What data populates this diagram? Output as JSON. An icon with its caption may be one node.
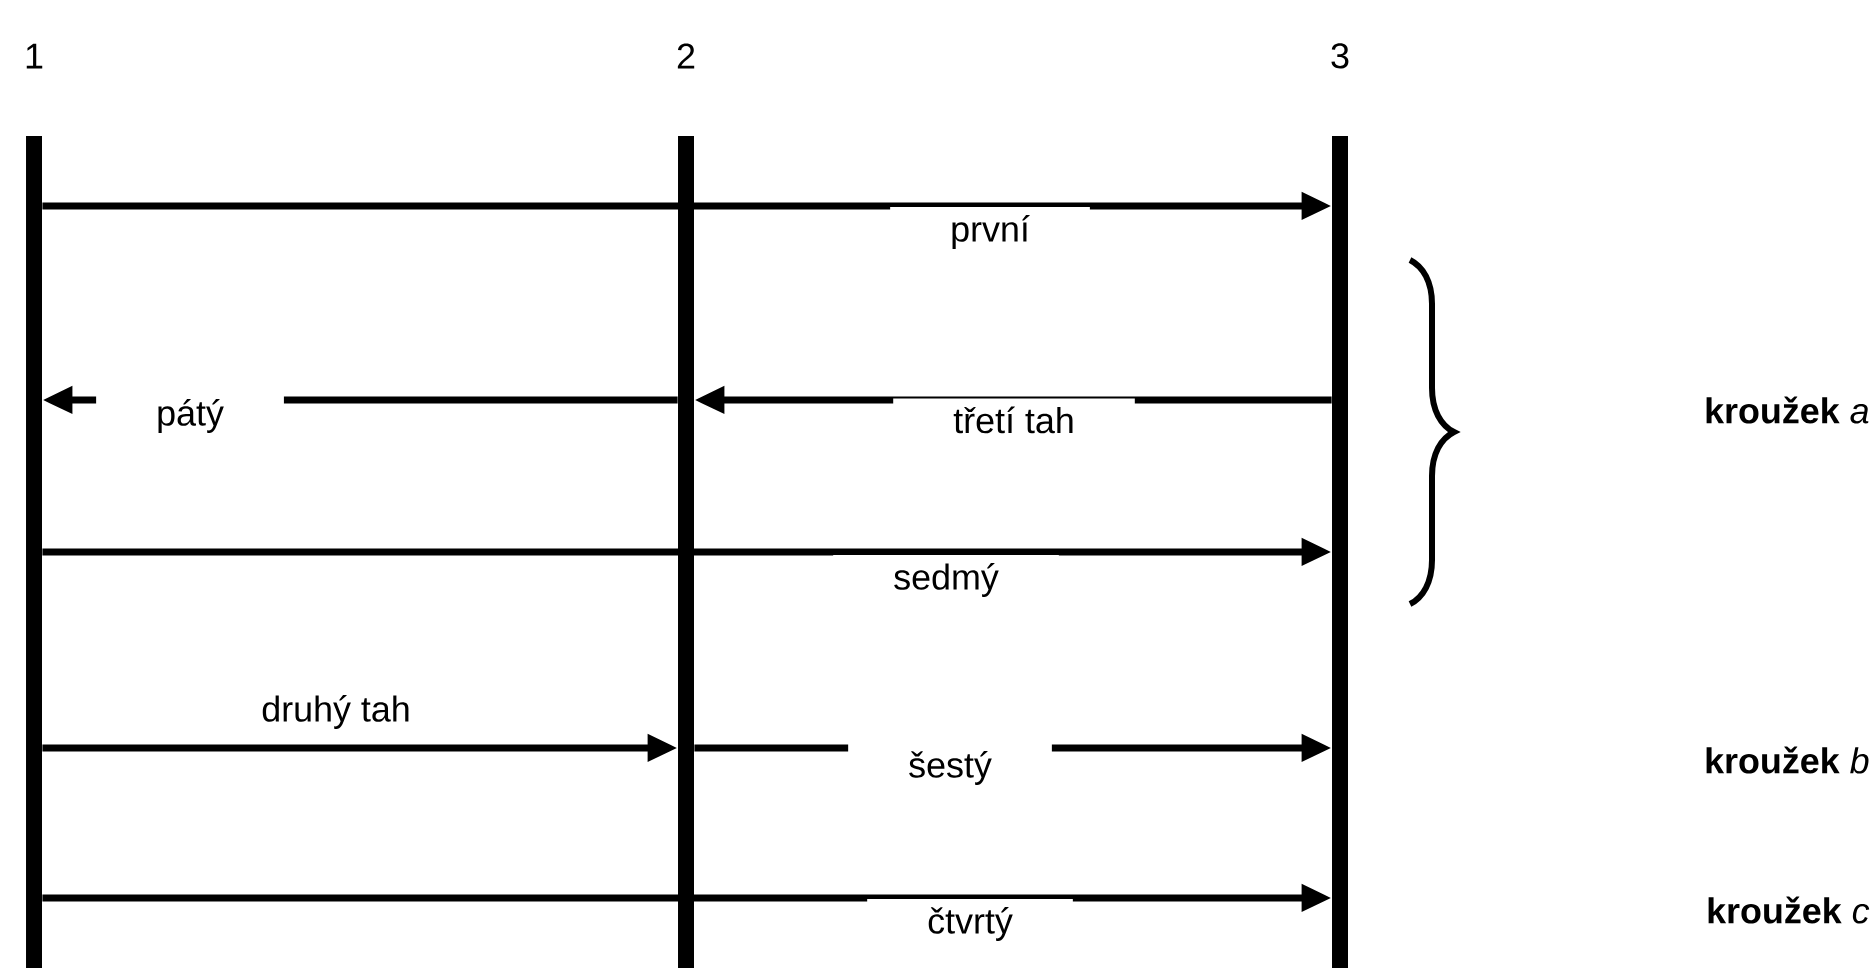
{
  "diagram": {
    "nodes": [
      {
        "text": [
          "1"
        ]
      },
      {
        "text": [
          "2"
        ]
      },
      {
        "text": [
          "3"
        ]
      }
    ],
    "edges": [
      {
        "from": 0,
        "to": 2,
        "arrow": "to",
        "label": "první"
      },
      {
        "from": 1,
        "to": 0,
        "arrow": "to",
        "label": "pátý"
      },
      {
        "from": 2,
        "to": 1,
        "arrow": "to",
        "label": "třetí tah"
      },
      {
        "from": 0,
        "to": 2,
        "arrow": "to",
        "label": "sedmý"
      },
      {
        "from": 0,
        "to": 1,
        "arrow": "to",
        "label": "druhý tah"
      },
      {
        "from": 1,
        "to": 2,
        "arrow": "to",
        "label": "šestý"
      },
      {
        "from": 0,
        "to": 2,
        "arrow": "to",
        "label": "čtvrtý"
      }
    ],
    "labels": [
      "**kroužek** *a*",
      "**kroužek** *b*",
      "**kroužek** *c*"
    ]
  }
}
